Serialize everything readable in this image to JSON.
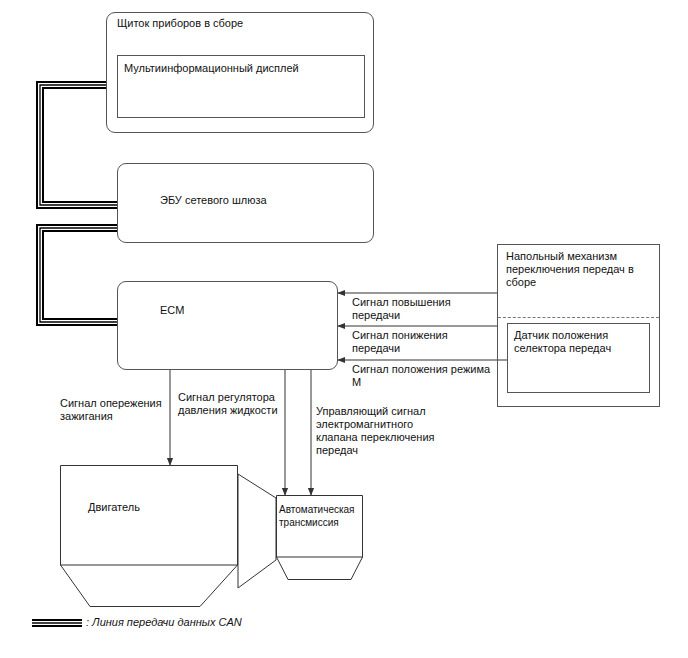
{
  "diagram": {
    "nodes": [
      {
        "text": [
          "Щиток приборов в сборе"
        ]
      },
      {
        "text": [
          "Мультиинформационный дисплей"
        ],
        "in": 0
      },
      {
        "text": [
          "ЭБУ сетевого шлюза"
        ]
      },
      {
        "text": [
          "ECM"
        ]
      },
      {
        "text": [
          "Напольный механизм переключения передач в сборе"
        ]
      },
      {
        "text": [
          "Датчик положения селектора передач"
        ],
        "in": 4
      },
      {
        "text": [
          "Двигатель"
        ]
      },
      {
        "text": [
          "Автоматическая трансмиссия"
        ]
      }
    ],
    "edges": [
      {
        "from": 0,
        "to": 2,
        "arrow": "none"
      },
      {
        "from": 2,
        "to": 3,
        "arrow": "none"
      },
      {
        "from": 4,
        "to": 3,
        "label": "Сигнал повышения передачи",
        "arrow": "to"
      },
      {
        "from": 4,
        "to": 3,
        "label": "Сигнал понижения передачи",
        "arrow": "to"
      },
      {
        "from": 5,
        "to": 3,
        "label": "Сигнал положения режима М",
        "arrow": "to"
      },
      {
        "from": 3,
        "to": 6,
        "label": "Сигнал опережения зажигания",
        "arrow": "to"
      },
      {
        "from": 3,
        "to": 7,
        "label": "Сигнал регулятора давления жидкости",
        "arrow": "to"
      },
      {
        "from": 3,
        "to": 7,
        "label": "Управляющий сигнал электромагнитного клапана переключения передач",
        "arrow": "to"
      }
    ],
    "legend": [
      {
        "text": ": Линия передачи данных CAN"
      }
    ]
  }
}
